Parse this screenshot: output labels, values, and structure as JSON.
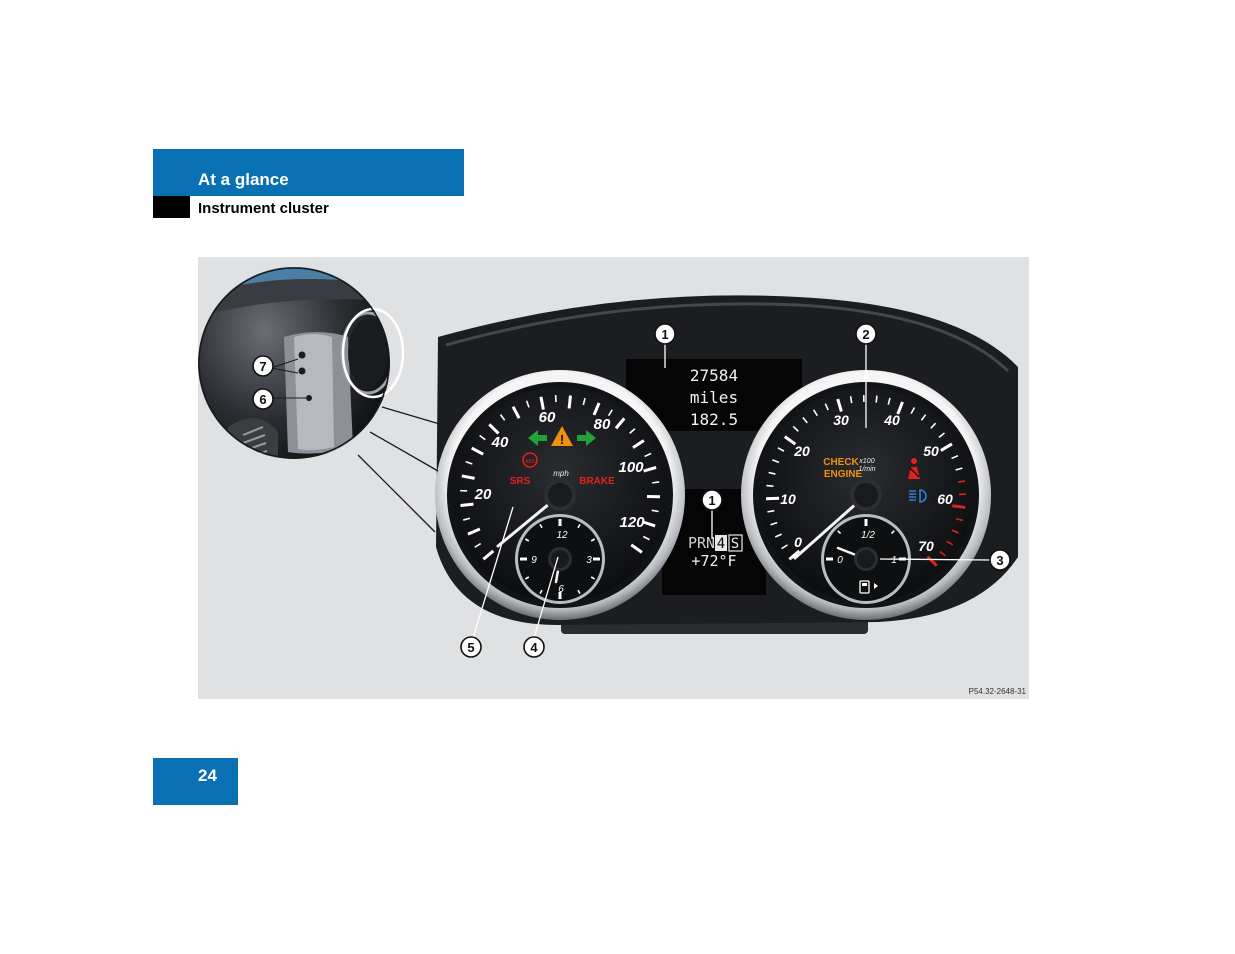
{
  "header": {
    "section": "At a glance",
    "subsection": "Instrument cluster"
  },
  "page_number": "24",
  "figure": {
    "code": "P54.32-2648-31",
    "callouts": {
      "c1_top": "1",
      "c2": "2",
      "c3": "3",
      "c1_mid": "1",
      "c5": "5",
      "c4": "4",
      "c7": "7",
      "c6": "6"
    },
    "display_top": {
      "odometer": "27584",
      "unit": "miles",
      "trip": "182.5"
    },
    "display_mid": {
      "gear": "PRN",
      "gear_active": "4",
      "gear_mode": "S",
      "temp": "+72°F"
    },
    "speedometer": {
      "labels": [
        "20",
        "40",
        "60",
        "80",
        "100",
        "120"
      ],
      "unit": "mph",
      "srs": "SRS",
      "brake": "BRAKE",
      "abs": "ABS",
      "warning": "!"
    },
    "clock": {
      "labels": [
        "12",
        "3",
        "6",
        "9"
      ]
    },
    "tachometer": {
      "labels": [
        "0",
        "10",
        "20",
        "30",
        "40",
        "50",
        "60",
        "70"
      ],
      "unit_top": "x100",
      "unit_bottom": "1/min",
      "check_1": "CHECK",
      "check_2": "ENGINE"
    },
    "fuel": {
      "labels": [
        "0",
        "1/2",
        "1"
      ]
    },
    "colors": {
      "accent": "#0a70b4",
      "figure_bg": "#e0e1e3",
      "green": "#1fa33a",
      "amber": "#f0900f",
      "red": "#e0231b",
      "blue": "#2f7fd8"
    }
  }
}
